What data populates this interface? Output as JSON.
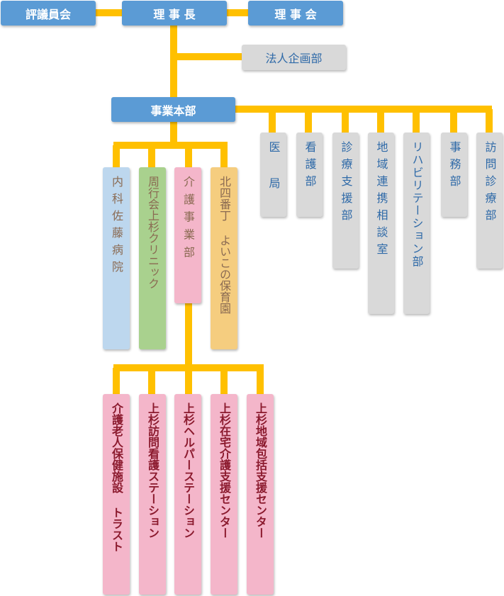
{
  "top": {
    "council": "評議員会",
    "director": "理 事 長",
    "board": "理 事 会"
  },
  "planning": "法人企画部",
  "hq": "事業本部",
  "departments": [
    "医 局",
    "看護部",
    "診療支援部",
    "地域連携相談室",
    "リハビリテーション部",
    "事務部",
    "訪問診療部"
  ],
  "facilities": [
    "内科佐藤病院",
    "周行会上杉クリニック",
    "介護事業部",
    "北四番丁 よいこの保育園"
  ],
  "care": [
    "介護老人保健施設 トラスト",
    "上杉訪問看護ステーション",
    "上杉ヘルパーステーション",
    "上杉在宅介護支援センター",
    "上杉地域包括支援センター"
  ],
  "colors": {
    "connector": "#ffc000",
    "blue": "#5b9bd5",
    "grey": "#d9d9d9",
    "light_blue": "#bdd7ee",
    "light_green": "#a9d18e",
    "light_pink": "#f4b6ca",
    "light_orange": "#f5cd7f",
    "pink": "#f4b6ca"
  }
}
